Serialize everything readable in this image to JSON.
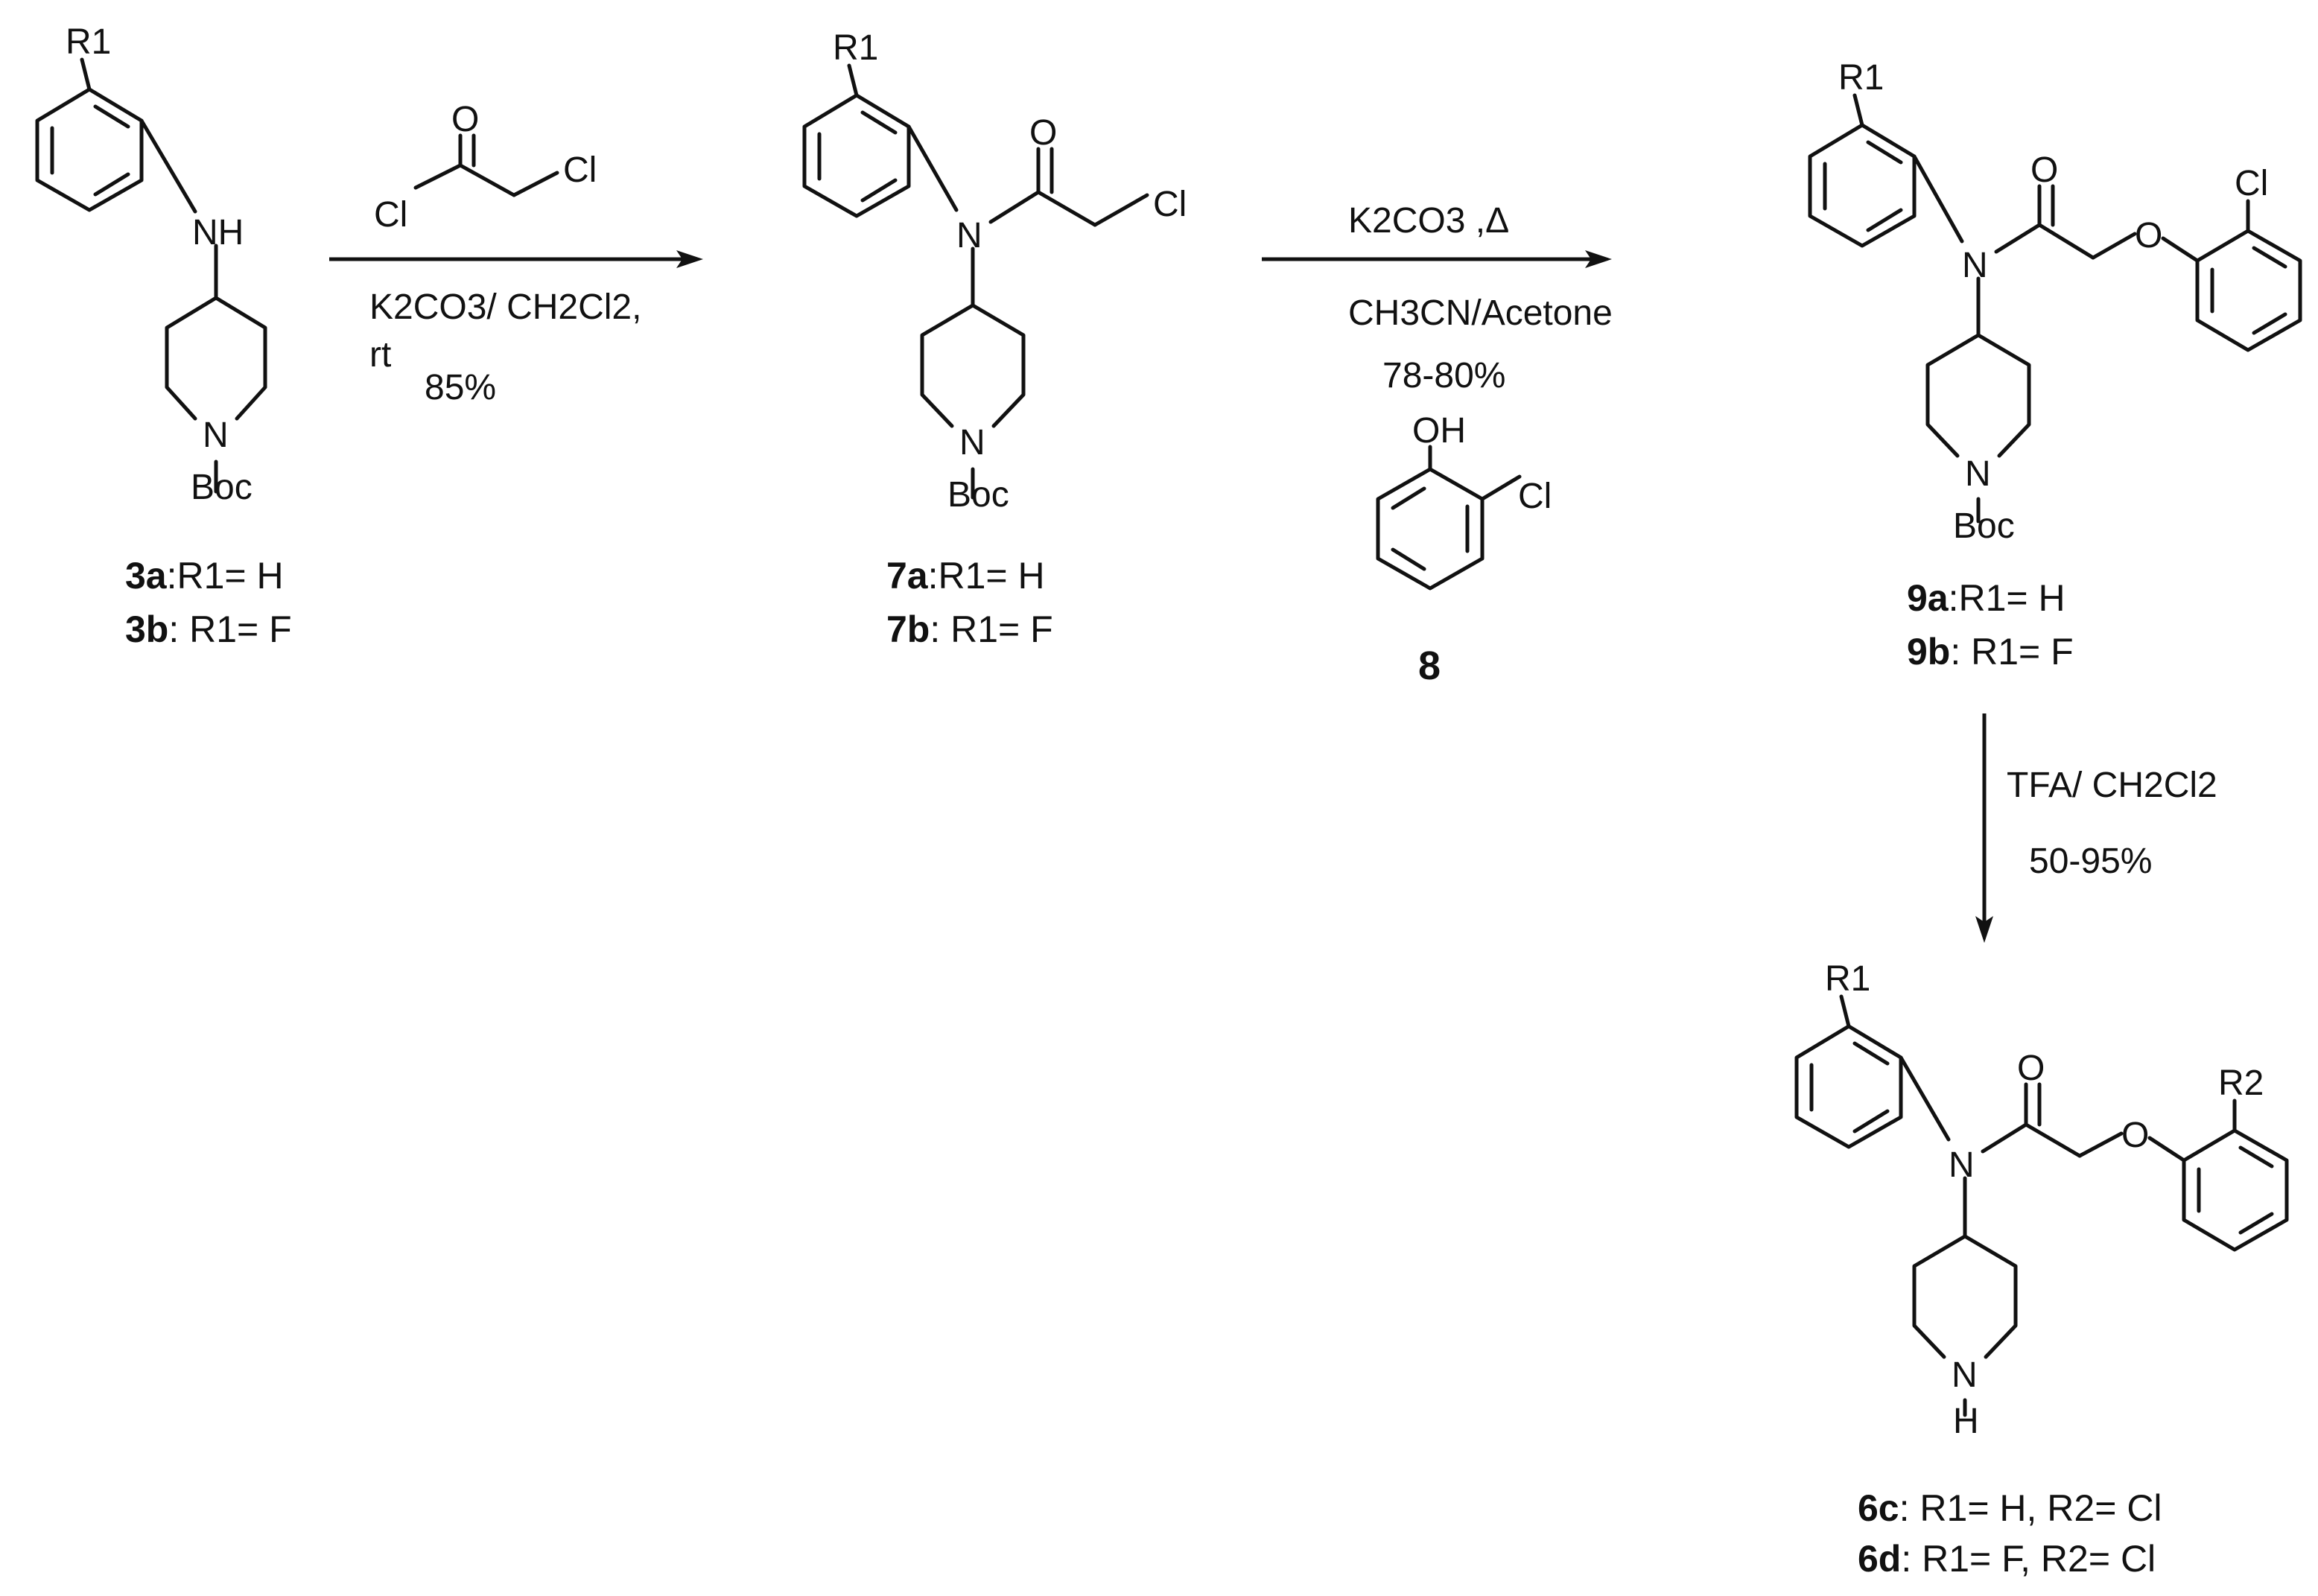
{
  "compounds": {
    "c3": {
      "r1": "R1",
      "nh": "NH",
      "n": "N",
      "boc": "Boc",
      "caption_a_id": "3a",
      "caption_a_text": ":R1= H",
      "caption_b_id": "3b",
      "caption_b_text": ": R1= F"
    },
    "c7": {
      "r1": "R1",
      "n_amide": "N",
      "o": "O",
      "cl": "Cl",
      "n_pip": "N",
      "boc": "Boc",
      "caption_a_id": "7a",
      "caption_a_text": ":R1= H",
      "caption_b_id": "7b",
      "caption_b_text": ": R1= F"
    },
    "c8": {
      "oh": "OH",
      "cl": "Cl",
      "id": "8"
    },
    "c9": {
      "r1": "R1",
      "n_amide": "N",
      "o_carbonyl": "O",
      "o_ether": "O",
      "cl": "Cl",
      "n_pip": "N",
      "boc": "Boc",
      "caption_a_id": "9a",
      "caption_a_text": ":R1= H",
      "caption_b_id": "9b",
      "caption_b_text": ": R1= F"
    },
    "c6": {
      "r1": "R1",
      "r2": "R2",
      "n_amide": "N",
      "o_carbonyl": "O",
      "o_ether": "O",
      "n_pip": "N",
      "h": "H",
      "caption_c_id": "6c",
      "caption_c_text": ": R1= H, R2= Cl",
      "caption_d_id": "6d",
      "caption_d_text": ": R1= F, R2= Cl"
    }
  },
  "reagents": {
    "step1": {
      "o": "O",
      "cl_left": "Cl",
      "cl_right": "Cl",
      "line1": "K2CO3/ CH2Cl2,",
      "line2": "rt",
      "yield": "85%"
    },
    "step2": {
      "line1": "K2CO3 ,",
      "heat_symbol": "Δ",
      "line2": "CH3CN/Acetone",
      "yield": "78-80%"
    },
    "step3": {
      "line1": "TFA/ CH2Cl2",
      "yield": "50-95%"
    }
  }
}
